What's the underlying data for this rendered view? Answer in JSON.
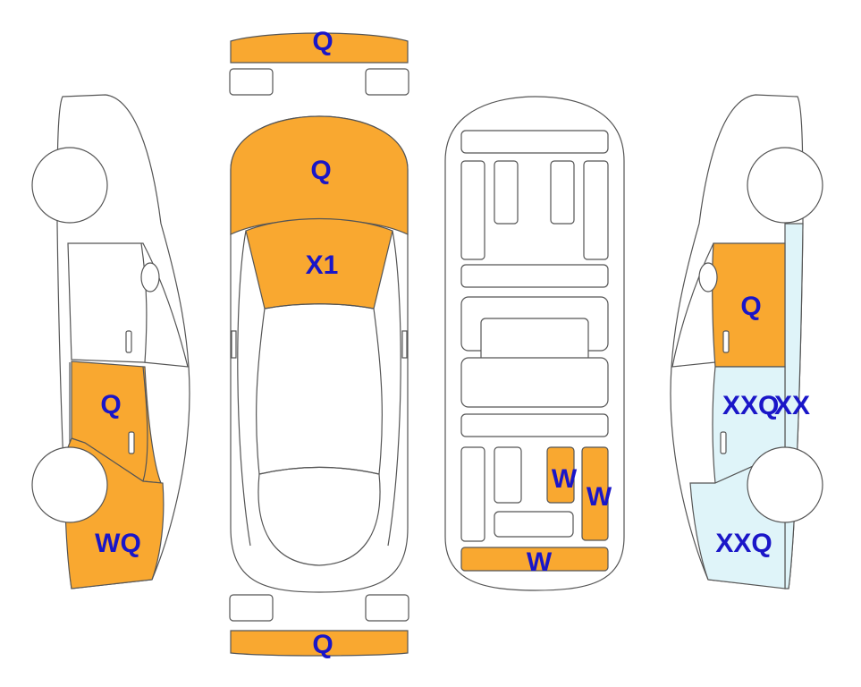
{
  "colors": {
    "damage_fill": "#f9a830",
    "repair_fill": "#dff4f9",
    "label_color": "#1a16c8",
    "outline": "#555555"
  },
  "labels": {
    "front_bumper": "Q",
    "hood": "Q",
    "windshield": "X1",
    "rear_bumper": "Q",
    "left_rear_door": "Q",
    "left_rear_quarter": "WQ",
    "right_front_door": "Q",
    "right_rear_door": "XXQ",
    "right_pillar": "XX",
    "right_rear_quarter": "XXQ",
    "floor_left_rail": "W",
    "floor_right_rail": "W",
    "floor_rear_panel": "W"
  }
}
